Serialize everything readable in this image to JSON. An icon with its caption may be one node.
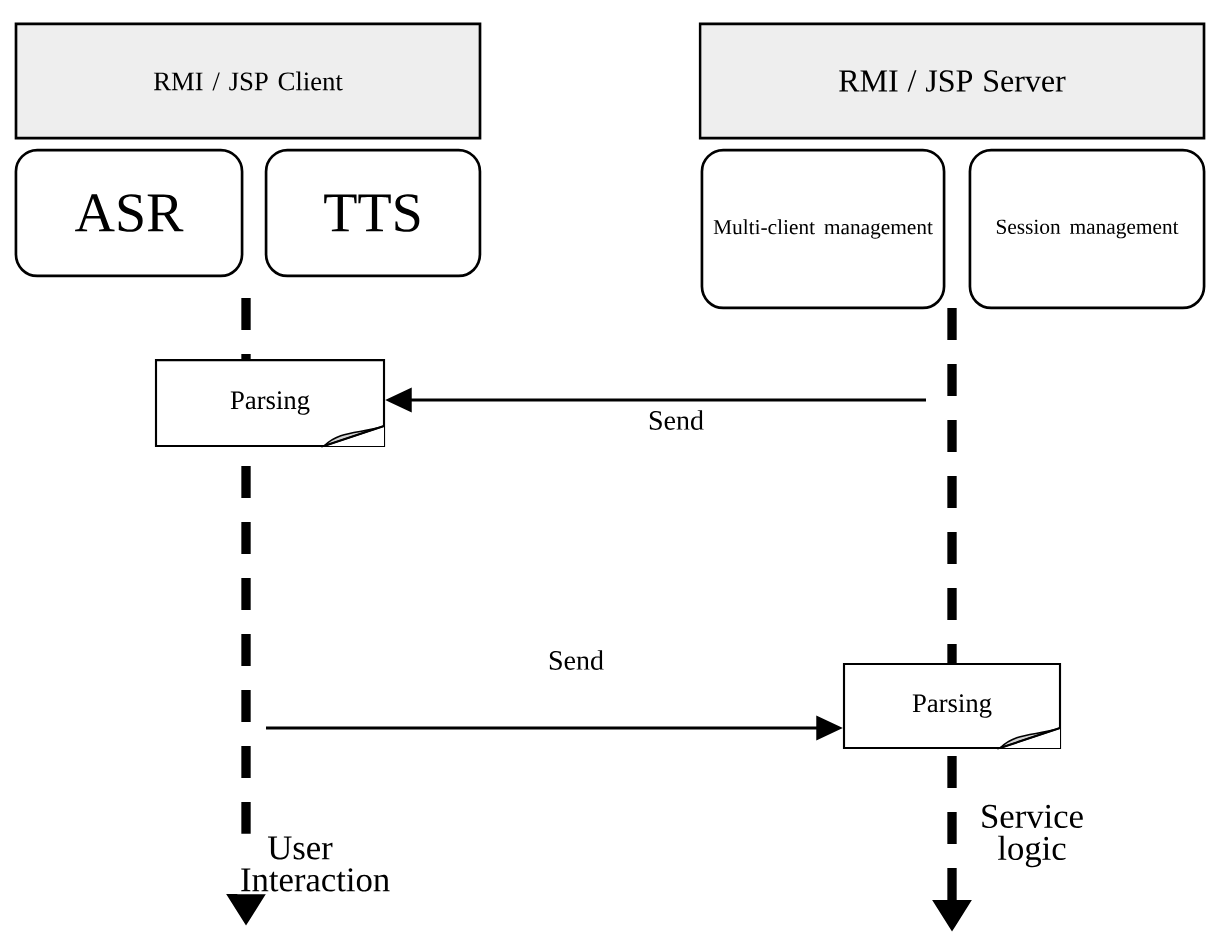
{
  "diagram": {
    "nodes": [
      {
        "text": [
          "RMI / JSP Client"
        ]
      },
      {
        "text": [
          "ASR"
        ]
      },
      {
        "text": [
          "TTS"
        ]
      },
      {
        "text": [
          "RMI / JSP Server"
        ]
      },
      {
        "text": [
          "Multi-client management"
        ]
      },
      {
        "text": [
          "Session management"
        ]
      },
      {
        "text": [
          "Parsing"
        ]
      },
      {
        "text": [
          "Parsing"
        ]
      }
    ],
    "edges": [
      {
        "from": null,
        "to": 6,
        "arrow": "to",
        "label": "Send"
      },
      {
        "from": null,
        "to": 7,
        "arrow": "to",
        "label": "Send"
      }
    ],
    "labels": [
      "User Interaction",
      "Service logic"
    ]
  }
}
